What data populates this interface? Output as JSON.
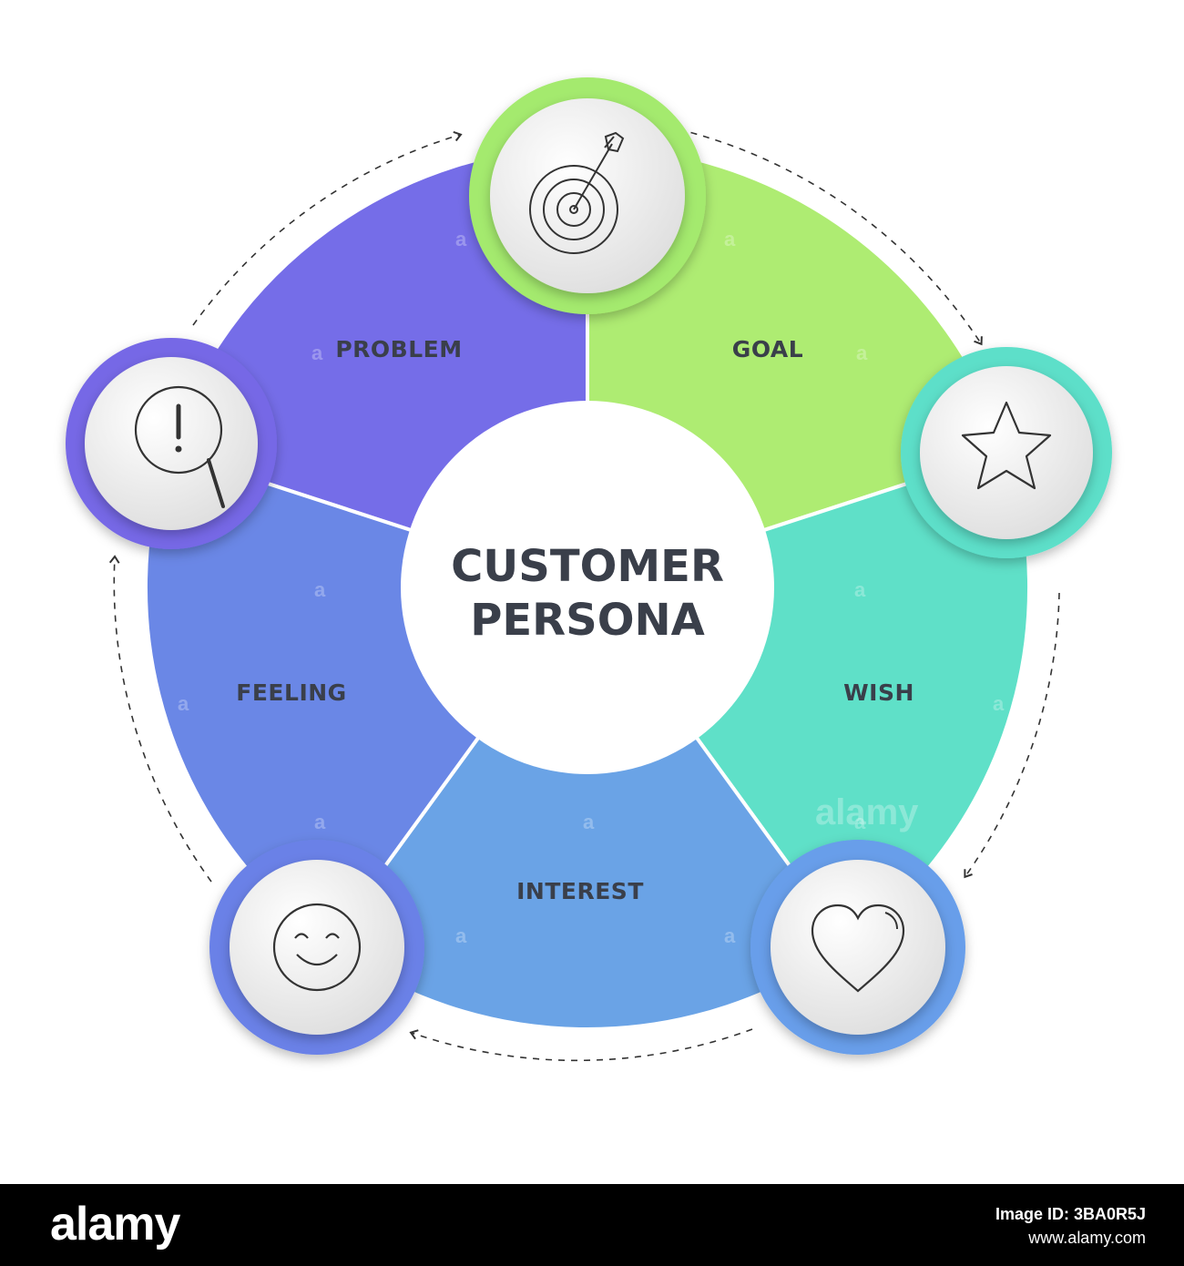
{
  "center": {
    "line1": "CUSTOMER",
    "line2": "PERSONA"
  },
  "segments": [
    {
      "label": "PROBLEM",
      "color": "#756de8",
      "icon": "magnifier-exclamation-icon",
      "ring_color": "#7667e6"
    },
    {
      "label": "GOAL",
      "color": "#aeec72",
      "icon": "target-arrow-icon",
      "ring_color": "#a4ea6e"
    },
    {
      "label": "WISH",
      "color": "#5fe0c8",
      "icon": "star-icon",
      "ring_color": "#5ddfc9"
    },
    {
      "label": "INTEREST",
      "color": "#6aa3e6",
      "icon": "heart-icon",
      "ring_color": "#679eea"
    },
    {
      "label": "FEELING",
      "color": "#6a87e6",
      "icon": "smiley-face-icon",
      "ring_color": "#6a81e7"
    }
  ],
  "watermark": "alamy",
  "footer": {
    "logo": "alamy",
    "image_id": "Image ID: 3BA0R5J",
    "site": "www.alamy.com"
  }
}
